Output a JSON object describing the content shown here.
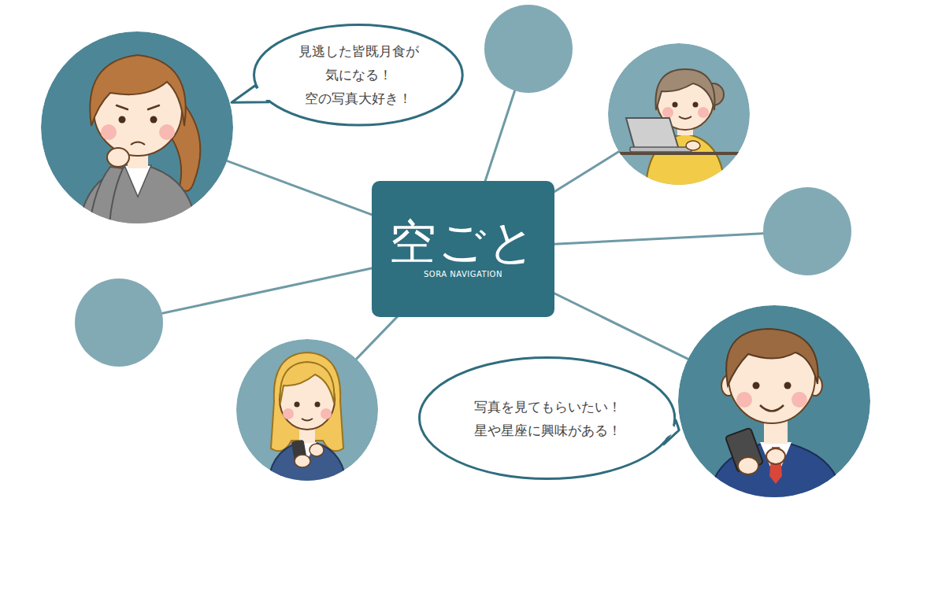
{
  "diagram": {
    "nodes": [
      {
        "text": [
          "見逃した皆既月食が 気になる！ 空の写真大好き！"
        ]
      },
      {
        "text": [
          "空ごと",
          "SORA NAVIGATION"
        ]
      },
      {
        "text": [
          "写真を見てもらいたい！ 星や星座に興味がある！"
        ]
      }
    ]
  }
}
